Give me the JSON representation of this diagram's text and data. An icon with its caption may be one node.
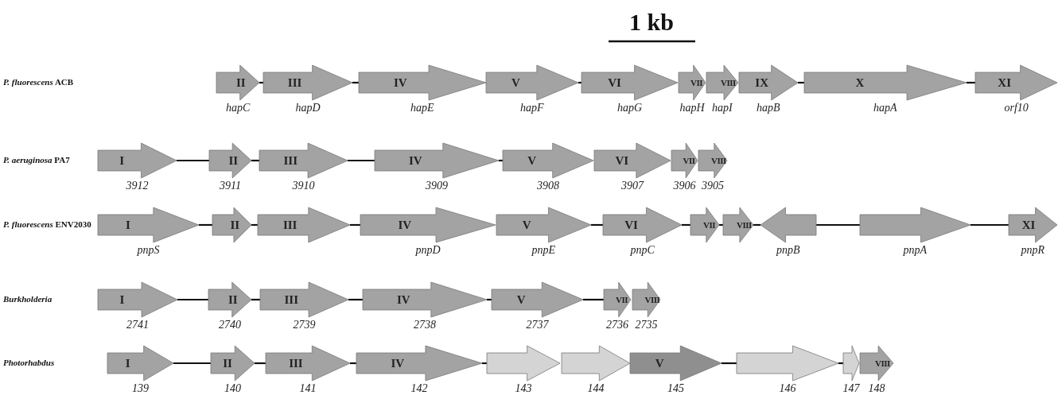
{
  "diagram": {
    "nodes": [
      {
        "text": [
          "II"
        ],
        "beside": [
          "hapC"
        ]
      },
      {
        "text": [
          "III"
        ],
        "beside": [
          "hapD"
        ]
      },
      {
        "text": [
          "IV"
        ],
        "beside": [
          "hapE"
        ]
      },
      {
        "text": [
          "V"
        ],
        "beside": [
          "hapF"
        ]
      },
      {
        "text": [
          "VI"
        ],
        "beside": [
          "hapG"
        ]
      },
      {
        "text": [
          "VII"
        ],
        "beside": [
          "hapH"
        ]
      },
      {
        "text": [
          "VIII"
        ],
        "beside": [
          "hapI"
        ]
      },
      {
        "text": [
          "IX"
        ],
        "beside": [
          "hapB"
        ]
      },
      {
        "text": [
          "X"
        ],
        "beside": [
          "hapA"
        ]
      },
      {
        "text": [
          "XI"
        ],
        "beside": [
          "orf10"
        ]
      },
      {
        "text": [
          "I"
        ],
        "beside": [
          "3912"
        ]
      },
      {
        "text": [
          "II"
        ],
        "beside": [
          "3911"
        ]
      },
      {
        "text": [
          "III"
        ],
        "beside": [
          "3910"
        ]
      },
      {
        "text": [
          "IV"
        ],
        "beside": [
          "3909"
        ]
      },
      {
        "text": [
          "V"
        ],
        "beside": [
          "3908"
        ]
      },
      {
        "text": [
          "VI"
        ],
        "beside": [
          "3907"
        ]
      },
      {
        "text": [
          "VII"
        ],
        "beside": [
          "3906"
        ]
      },
      {
        "text": [
          "VIII"
        ],
        "beside": [
          "3905"
        ]
      },
      {
        "text": [
          "I"
        ],
        "beside": [
          "pnpS"
        ]
      },
      {
        "text": [
          "II"
        ]
      },
      {
        "text": [
          "III"
        ]
      },
      {
        "text": [
          "IV"
        ],
        "beside": [
          "pnpD"
        ]
      },
      {
        "text": [
          "V"
        ],
        "beside": [
          "pnpE"
        ]
      },
      {
        "text": [
          "VI"
        ],
        "beside": [
          "pnpC"
        ]
      },
      {
        "text": [
          "VII"
        ]
      },
      {
        "text": [
          "VIII"
        ]
      },
      {
        "text": [],
        "shape": "arrow",
        "beside": [
          "pnpB"
        ]
      },
      {
        "text": [],
        "shape": "arrow",
        "beside": [
          "pnpA"
        ]
      },
      {
        "text": [
          "XI"
        ],
        "beside": [
          "pnpR"
        ]
      },
      {
        "text": [
          "I"
        ],
        "beside": [
          "2741"
        ]
      },
      {
        "text": [
          "II"
        ],
        "beside": [
          "2740"
        ]
      },
      {
        "text": [
          "III"
        ],
        "beside": [
          "2739"
        ]
      },
      {
        "text": [
          "IV"
        ],
        "beside": [
          "2738"
        ]
      },
      {
        "text": [
          "V"
        ],
        "beside": [
          "2737"
        ]
      },
      {
        "text": [
          "VII"
        ],
        "beside": [
          "2736"
        ]
      },
      {
        "text": [
          "VIII"
        ],
        "beside": [
          "2735"
        ]
      },
      {
        "text": [
          "I"
        ],
        "beside": [
          "139"
        ]
      },
      {
        "text": [
          "II"
        ],
        "beside": [
          "140"
        ]
      },
      {
        "text": [
          "III"
        ],
        "beside": [
          "141"
        ]
      },
      {
        "text": [
          "IV"
        ],
        "beside": [
          "142"
        ]
      },
      {
        "text": [],
        "shape": "arrow",
        "beside": [
          "143"
        ]
      },
      {
        "text": [],
        "shape": "arrow",
        "beside": [
          "144"
        ]
      },
      {
        "text": [
          "V"
        ],
        "beside": [
          "145"
        ]
      },
      {
        "text": [],
        "shape": "arrow",
        "beside": [
          "146"
        ]
      },
      {
        "text": [],
        "shape": "arrow",
        "beside": [
          "147"
        ]
      },
      {
        "text": [
          "VIII"
        ],
        "beside": [
          "148"
        ]
      }
    ],
    "edges": [
      {
        "from": 0,
        "to": 1,
        "arrow": "none"
      },
      {
        "from": 1,
        "to": 2,
        "arrow": "none"
      },
      {
        "from": 3,
        "to": 4,
        "arrow": "none"
      },
      {
        "from": 7,
        "to": 8,
        "arrow": "none"
      },
      {
        "from": 8,
        "to": 9,
        "arrow": "none"
      },
      {
        "from": 10,
        "to": 11,
        "arrow": "none"
      },
      {
        "from": 11,
        "to": 12,
        "arrow": "none"
      },
      {
        "from": 12,
        "to": 13,
        "arrow": "none"
      },
      {
        "from": 13,
        "to": 14,
        "arrow": "none"
      },
      {
        "from": 18,
        "to": 19,
        "arrow": "none"
      },
      {
        "from": 19,
        "to": 20,
        "arrow": "none"
      },
      {
        "from": 20,
        "to": 21,
        "arrow": "none"
      },
      {
        "from": 22,
        "to": 23,
        "arrow": "none"
      },
      {
        "from": 23,
        "to": 24,
        "arrow": "none"
      },
      {
        "from": 24,
        "to": 25,
        "arrow": "none"
      },
      {
        "from": 25,
        "to": 26,
        "arrow": "none"
      },
      {
        "from": 26,
        "to": 27,
        "arrow": "none"
      },
      {
        "from": 27,
        "to": 28,
        "arrow": "none"
      },
      {
        "from": 29,
        "to": 30,
        "arrow": "none"
      },
      {
        "from": 30,
        "to": 31,
        "arrow": "none"
      },
      {
        "from": 31,
        "to": 32,
        "arrow": "none"
      },
      {
        "from": 32,
        "to": 33,
        "arrow": "none"
      },
      {
        "from": 33,
        "to": 34,
        "arrow": "none"
      },
      {
        "from": 36,
        "to": 37,
        "arrow": "none"
      },
      {
        "from": 37,
        "to": 38,
        "arrow": "none"
      },
      {
        "from": 38,
        "to": 39,
        "arrow": "none"
      },
      {
        "from": 39,
        "to": 40,
        "arrow": "none"
      },
      {
        "from": 42,
        "to": 43,
        "arrow": "none"
      },
      {
        "from": 43,
        "to": 44,
        "arrow": "none"
      }
    ],
    "labels": [
      "1 kb",
      "*P. fluorescens* ACB",
      "*P. aeruginosa* PA7",
      "*P. fluorescens* ENV2030",
      "Burkholderia",
      "Photorhabdus"
    ]
  }
}
